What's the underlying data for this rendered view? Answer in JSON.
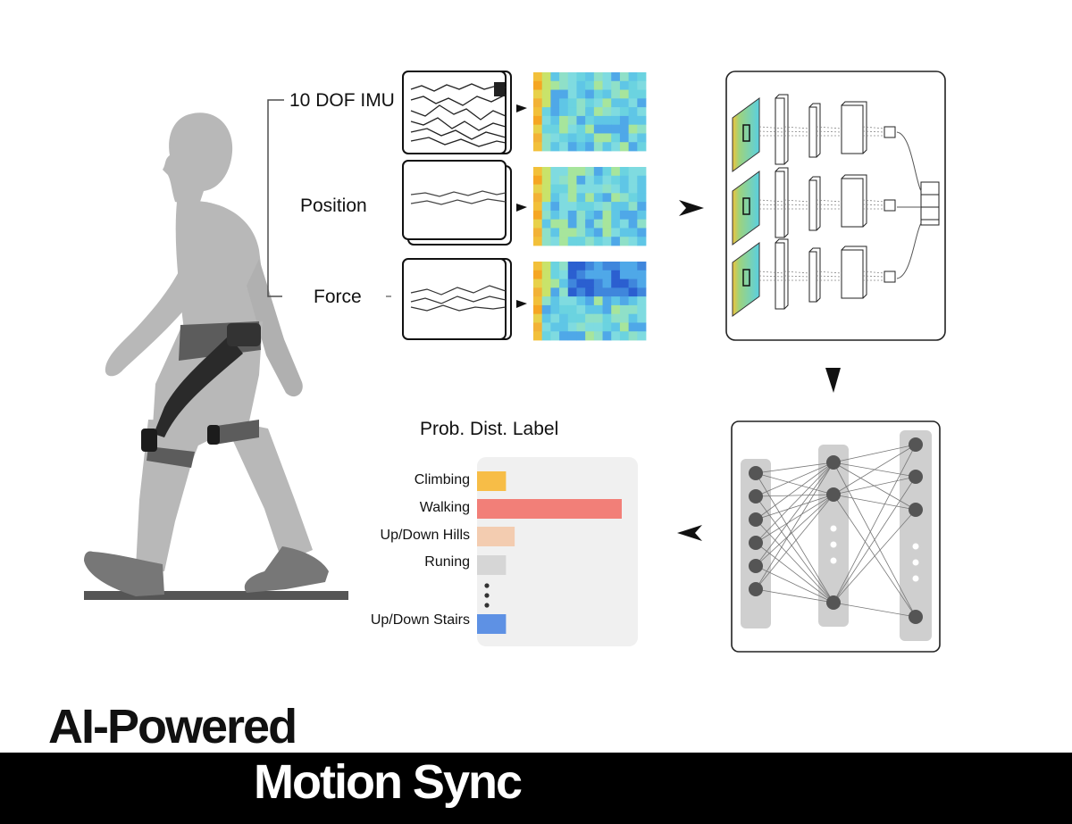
{
  "sensors": [
    {
      "label": "10 DOF IMU"
    },
    {
      "label": "Position"
    },
    {
      "label": "Force"
    }
  ],
  "chart_data": {
    "type": "bar",
    "orientation": "horizontal",
    "title": "Prob. Dist. Label",
    "categories": [
      "Climbing",
      "Walking",
      "Up/Down Hills",
      "Runing",
      "Up/Down Stairs"
    ],
    "values": [
      0.2,
      1.0,
      0.26,
      0.2,
      0.2
    ],
    "colors": [
      "#f7bd47",
      "#f27f78",
      "#f3ccb0",
      "#d6d6d6",
      "#5e91e4"
    ],
    "ellipsis_after_index": 3,
    "grid": false
  },
  "title": {
    "line1": "AI-Powered",
    "line2": "Motion Sync"
  },
  "colors": {
    "figure": "#b8b8b8",
    "brace": "#4f4f4f",
    "band": "#000000"
  }
}
